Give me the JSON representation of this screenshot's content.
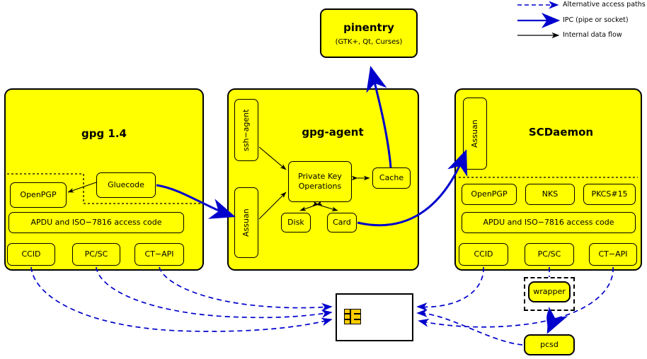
{
  "legend": {
    "items": [
      {
        "key": "alt",
        "label": "Alternative access paths",
        "style": "dashed",
        "color": "#0000cc"
      },
      {
        "key": "ipc",
        "label": "IPC (pipe or socket)",
        "style": "solid-thick",
        "color": "#0000cc"
      },
      {
        "key": "internal",
        "label": "Internal data flow",
        "style": "solid-thin",
        "color": "#000000"
      }
    ]
  },
  "pinentry": {
    "title": "pinentry",
    "subtitle": "(GTK+, Qt, Curses)"
  },
  "gpg": {
    "title": "gpg 1.4",
    "gluecode": "Gluecode",
    "openpgp": "OpenPGP",
    "apdu": "APDU and ISO−7816 access code",
    "drivers": [
      "CCID",
      "PC/SC",
      "CT−API"
    ]
  },
  "agent": {
    "title": "gpg-agent",
    "ssh_agent": "ssh−agent",
    "assuan": "Assuan",
    "pko_line1": "Private Key",
    "pko_line2": "Operations",
    "cache": "Cache",
    "disk": "Disk",
    "card": "Card"
  },
  "scdaemon": {
    "title": "SCDaemon",
    "assuan": "Assuan",
    "apps": [
      "OpenPGP",
      "NKS",
      "PKCS#15"
    ],
    "apdu": "APDU and ISO−7816 access code",
    "drivers": [
      "CCID",
      "PC/SC",
      "CT−API"
    ]
  },
  "wrapper": {
    "label": "wrapper"
  },
  "pcsd": {
    "label": "pcsd"
  },
  "smartcard": {
    "label": "smartcard"
  },
  "colors": {
    "fill": "#ffff00",
    "stroke": "#000000",
    "blue": "#0000cc",
    "card_fill": "#ffffff",
    "chip": "#ffcc00"
  }
}
